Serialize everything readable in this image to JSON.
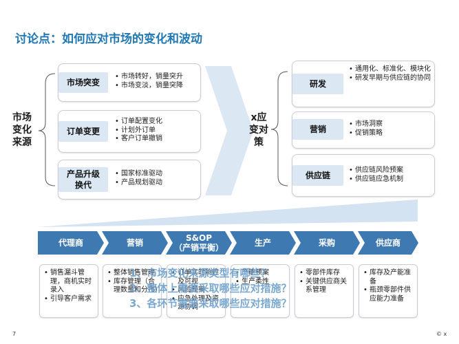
{
  "title": "讨论点：如何应对市场的变化和波动",
  "left_label": "市场\n变化\n来源",
  "right_label": "x应\n变对\n策",
  "sources": [
    {
      "label": "市场突变",
      "bullets": [
        "市场转好，销量突升",
        "市场变淡，销量突降"
      ]
    },
    {
      "label": "订单变更",
      "bullets": [
        "订单配置变化",
        "计划外订单",
        "客户订单撤销"
      ]
    },
    {
      "label": "产品升级\n换代",
      "bullets": [
        "国家标准驱动",
        "产品规划驱动"
      ]
    }
  ],
  "responses": [
    {
      "label": "研发",
      "bullets": [
        "通用化、标准化、模块化",
        "研发早期与供应链的协同"
      ]
    },
    {
      "label": "营销",
      "bullets": [
        "市场洞察",
        "促销策略"
      ]
    },
    {
      "label": "供应链",
      "bullets": [
        "供应链风险预案",
        "供应链应急机制"
      ]
    }
  ],
  "process_steps": [
    {
      "label": "代理商",
      "bullets": [
        "销售漏斗管理，商机实时录入",
        "引导客户需求"
      ]
    },
    {
      "label": "营销",
      "bullets": [
        "整体销售管理",
        "库存管理（合理数量和分布）"
      ]
    },
    {
      "label": "S&OP\n（产销平衡）",
      "bullets": [
        "订单实时响应及可视",
        "风险预案",
        "应急处理及资源协调"
      ]
    },
    {
      "label": "生产",
      "bullets": [
        "产能预案",
        "生产柔性"
      ]
    },
    {
      "label": "采购",
      "bullets": [
        "零部件库存",
        "关键供应商关系管理"
      ]
    },
    {
      "label": "供应商",
      "bullets": [
        "库存及产能准备",
        "瓶颈零部件供应能力准备"
      ]
    }
  ],
  "overlay_lines": [
    "1、市场变化来源类型有哪些？",
    "2、整体上需要采取哪些应对措施？",
    "3、各环节需要采取哪些应对措施？"
  ],
  "page_number": "7",
  "footer_mark": "© x",
  "colors": {
    "title": "#1f78b4",
    "chevron": "#3f79b1",
    "tag_bg": "#dbe7f3",
    "arrow": "#dbe7f3"
  }
}
